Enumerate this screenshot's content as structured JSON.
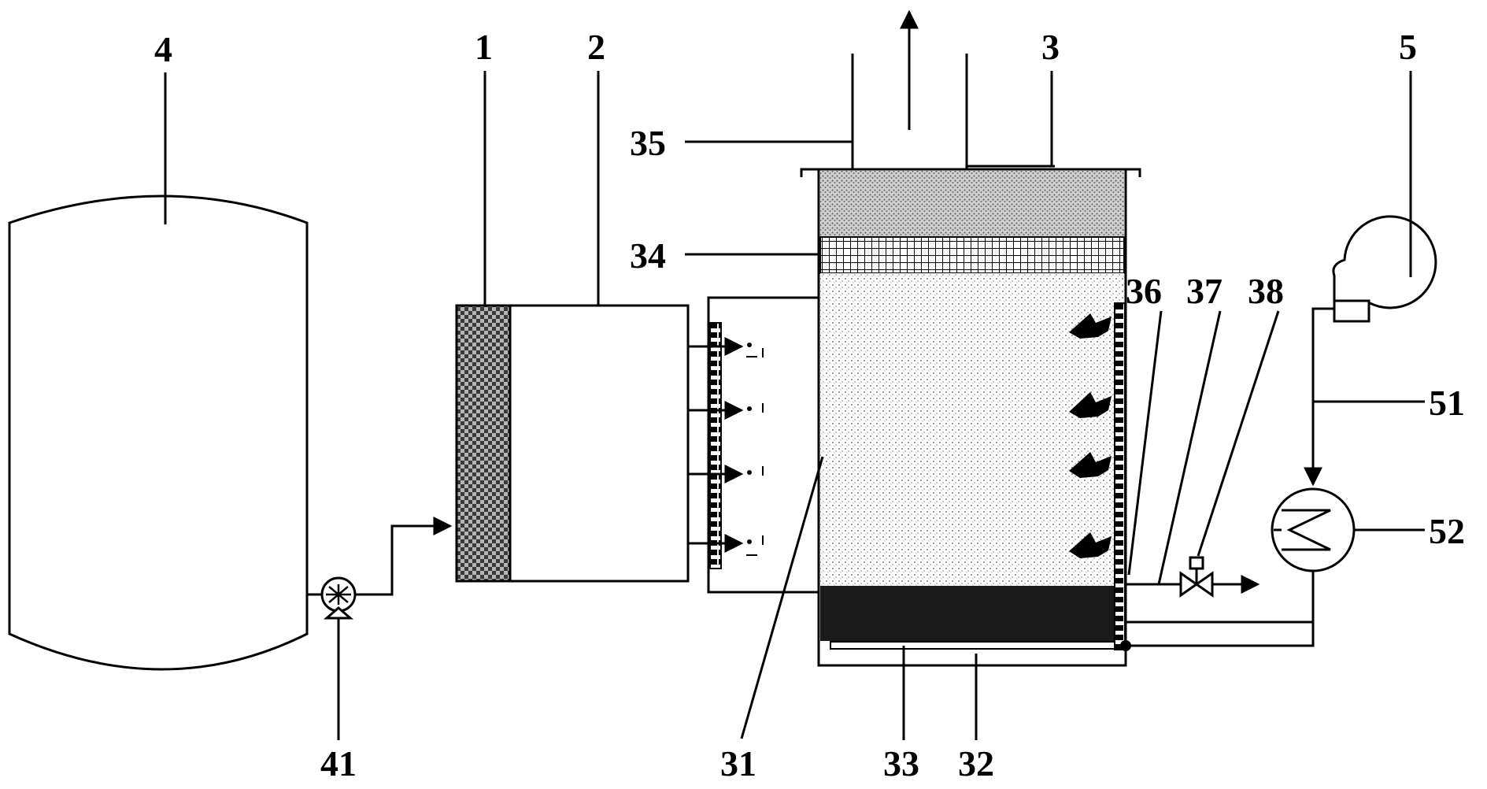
{
  "labels": {
    "tank": "4",
    "filter": "1",
    "unit": "2",
    "reactor": "3",
    "fan": "5",
    "pipe": "35",
    "mesh": "34",
    "p36": "36",
    "p37": "37",
    "valve": "38",
    "air_pipe": "51",
    "heater": "52",
    "pump": "41",
    "inlet": "31",
    "plate": "33",
    "bottom": "32"
  },
  "colors": {
    "line": "#000000",
    "background": "#ffffff",
    "fill_light": "#d9d9d9",
    "fill_dark": "#1a1a1a"
  },
  "icons": {
    "pump": "pump-icon",
    "valve": "valve-icon",
    "heat_exchanger": "heat-exchanger-icon",
    "blower": "blower-icon"
  }
}
